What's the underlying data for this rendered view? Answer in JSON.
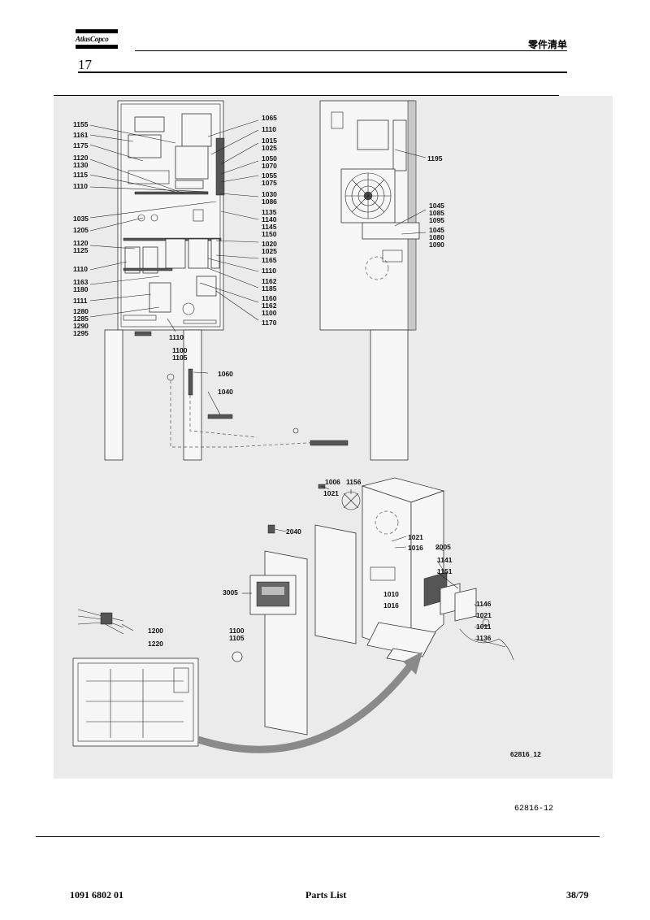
{
  "header": {
    "logo_text": "AtlasCopco",
    "section_title": "零件清单",
    "section_number": "17"
  },
  "figure": {
    "ref_inside": "62816_12",
    "ref_below": "62816-12",
    "callouts": {
      "c1155": "1155",
      "c1161": "1161",
      "c1175": "1175",
      "c1120a": "1120",
      "c1130": "1130",
      "c1115": "1115",
      "c1110a": "1110",
      "c1035": "1035",
      "c1205": "1205",
      "c1120b": "1120",
      "c1125": "1125",
      "c1110b": "1110",
      "c1163": "1163",
      "c1180": "1180",
      "c1111": "1111",
      "c1280": "1280",
      "c1285": "1285",
      "c1290": "1290",
      "c1295": "1295",
      "c1110c": "1110",
      "c1065": "1065",
      "c1110d": "1110",
      "c1015": "1015",
      "c1025a": "1025",
      "c1050": "1050",
      "c1070": "1070",
      "c1055": "1055",
      "c1075": "1075",
      "c1030": "1030",
      "c1086": "1086",
      "c1135": "1135",
      "c1140": "1140",
      "c1145": "1145",
      "c1150": "1150",
      "c1020": "1020",
      "c1025b": "1025",
      "c1165": "1165",
      "c1110e": "1110",
      "c1162a": "1162",
      "c1185": "1185",
      "c1160": "1160",
      "c1162b": "1162",
      "c1100a": "1100",
      "c1170": "1170",
      "c1195": "1195",
      "c1045a": "1045",
      "c1085": "1085",
      "c1095": "1095",
      "c1045b": "1045",
      "c1080": "1080",
      "c1090": "1090",
      "c1100b": "1100",
      "c1105a": "1105",
      "c1060": "1060",
      "c1040": "1040",
      "c1006": "1006",
      "c1156": "1156",
      "c1021a": "1021",
      "c2040": "2040",
      "c1021b": "1021",
      "c1016a": "1016",
      "c2005": "2005",
      "c1141": "1141",
      "c1151": "1151",
      "c3005": "3005",
      "c1010": "1010",
      "c1016b": "1016",
      "c1146": "1146",
      "c1021c": "1021",
      "c1011": "1011",
      "c1136": "1136",
      "c1100c": "1100",
      "c1105b": "1105",
      "c1200": "1200",
      "c1220": "1220"
    }
  },
  "footer": {
    "doc_number": "1091 6802 01",
    "title": "Parts List",
    "page": "38/79"
  }
}
